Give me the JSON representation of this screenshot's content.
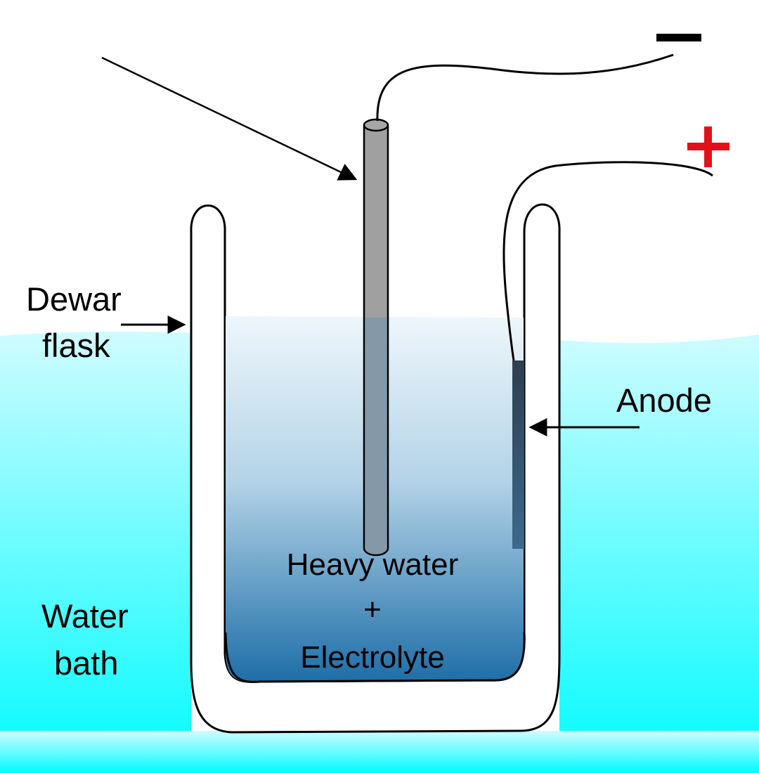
{
  "labels": {
    "dewar_line1": "Dewar",
    "dewar_line2": "flask",
    "anode": "Anode",
    "water_bath_line1": "Water",
    "water_bath_line2": "bath",
    "heavy_water": "Heavy water",
    "plus": "+",
    "electrolyte": "Electrolyte"
  },
  "terminals": {
    "negative": "−",
    "positive": "+"
  },
  "colors": {
    "water_bath_top": "#cffcff",
    "water_bath_bottom": "#00fbff",
    "electrolyte_top": "#eef6fb",
    "electrolyte_bottom": "#1d6ea8",
    "cathode": "#a0a0a0",
    "anode_top": "#2d3e4e",
    "anode_bottom": "#3b6a8d",
    "negative_terminal": "#000000",
    "positive_terminal": "#e3101a",
    "flask": "#ffffff",
    "outline": "#000000"
  }
}
